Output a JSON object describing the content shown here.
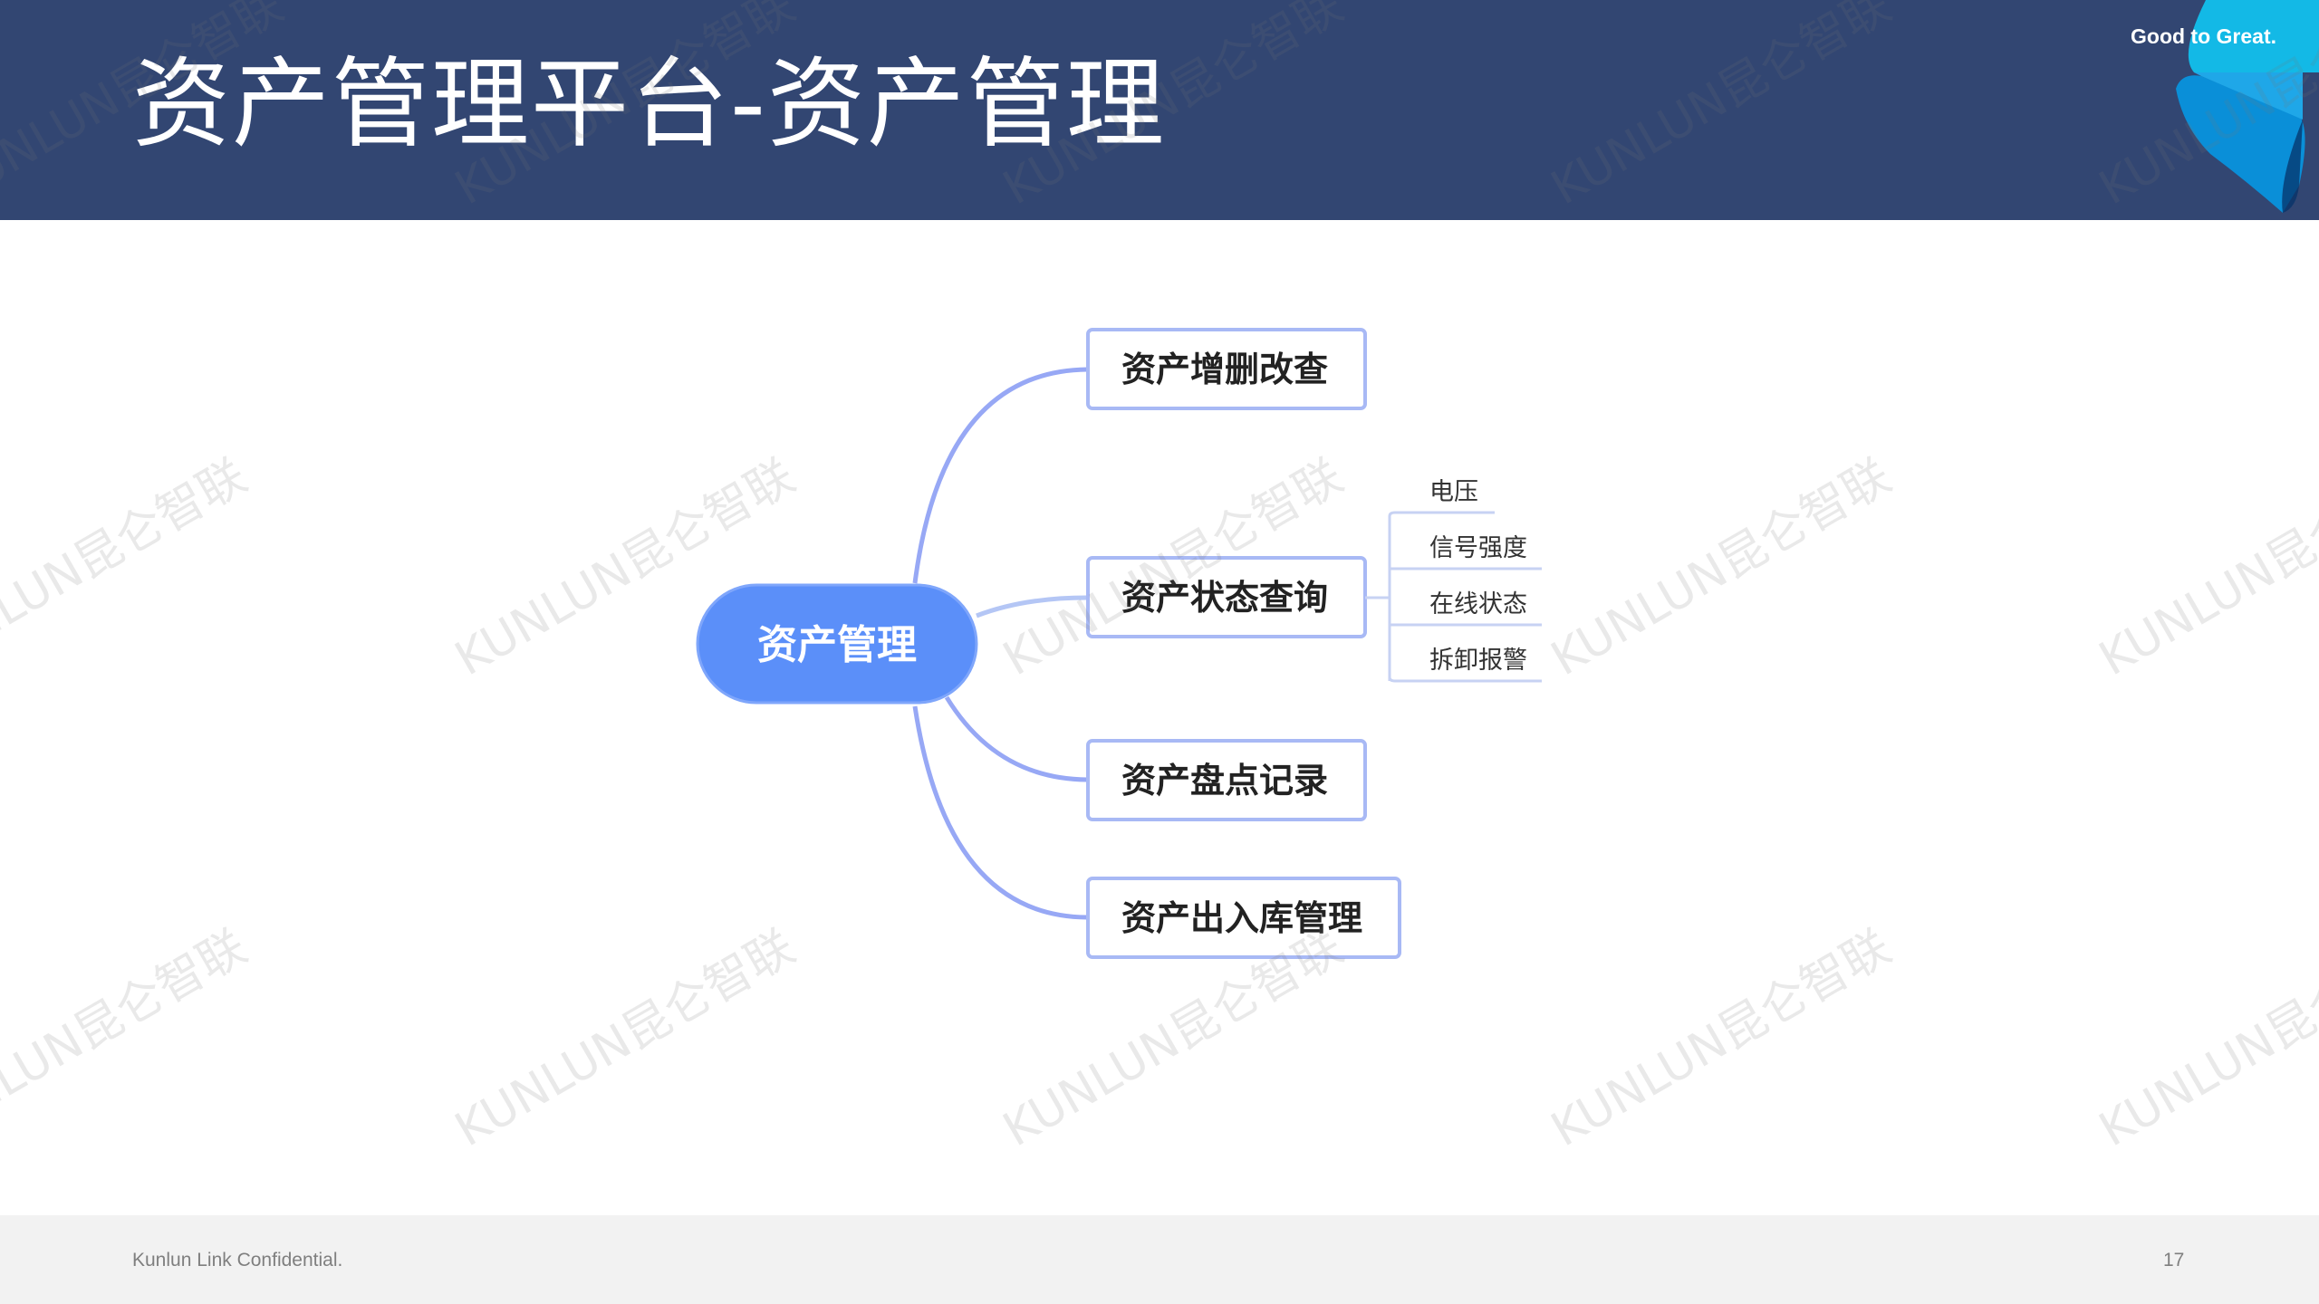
{
  "slide": {
    "title": "资产管理平台-资产管理",
    "brand_tagline": "Good to Great.",
    "footer_text": "Kunlun Link Confidential.",
    "page_number": "17",
    "watermark_text": "KUNLUN昆仑智联"
  },
  "mindmap": {
    "root": "资产管理",
    "branches": [
      {
        "label": "资产增删改查",
        "children": []
      },
      {
        "label": "资产状态查询",
        "children": [
          "电压",
          "信号强度",
          "在线状态",
          "拆卸报警"
        ]
      },
      {
        "label": "资产盘点记录",
        "children": []
      },
      {
        "label": "资产出入库管理",
        "children": []
      }
    ]
  },
  "colors": {
    "header_bg": "#324672",
    "root_fill": "#5b8ff9",
    "connector": "#97a8f5",
    "node_border": "#a8b9f5",
    "brand_cyan": "#00a9e6"
  }
}
